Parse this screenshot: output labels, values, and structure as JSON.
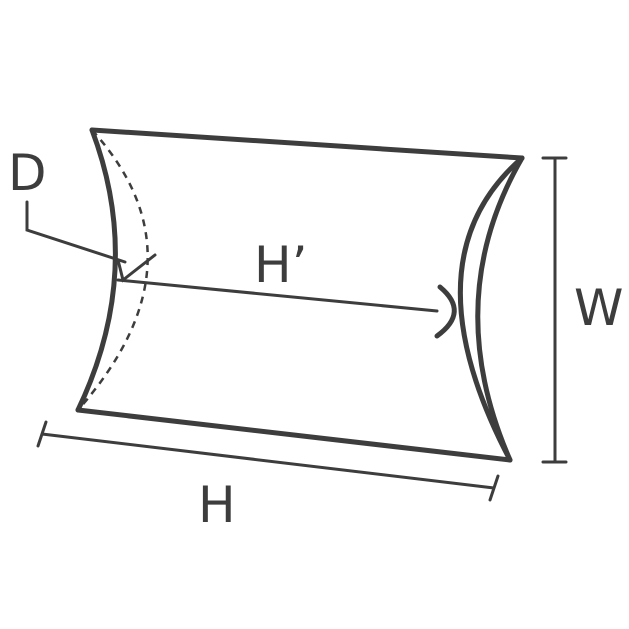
{
  "diagram": {
    "labels": {
      "depth": "D",
      "height_inner": "H’",
      "width": "W",
      "height": "H"
    },
    "colors": {
      "ink": "#3d3d3d",
      "background": "#ffffff"
    }
  }
}
